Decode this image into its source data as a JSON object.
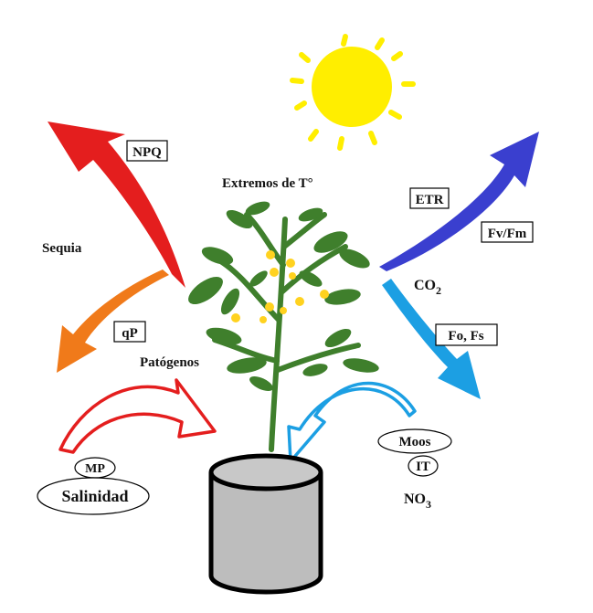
{
  "labels": {
    "npq": "NPQ",
    "sequia": "Sequia",
    "qp": "qP",
    "patogenos": "Patógenos",
    "extremos": "Extremos de T°",
    "etr": "ETR",
    "fvfm": "Fv/Fm",
    "co2_base": "CO",
    "co2_sub": "2",
    "fofs": "Fo, Fs",
    "moos": "Moos",
    "it": "IT",
    "no3_base": "NO",
    "no3_sub": "3",
    "mp": "MP",
    "salinidad": "Salinidad"
  },
  "colors": {
    "sun": "#ffee00",
    "red_arrow": "#e41e1e",
    "orange_arrow": "#f07a1a",
    "blue_arrow": "#3a3fcf",
    "lightblue_arrow": "#1c9fe3",
    "pot": "#bdbdbd",
    "leaf": "#3f7f2c",
    "flower": "#ffd21f"
  },
  "icons": [
    "sun-icon",
    "plant-icon",
    "pot-icon"
  ]
}
